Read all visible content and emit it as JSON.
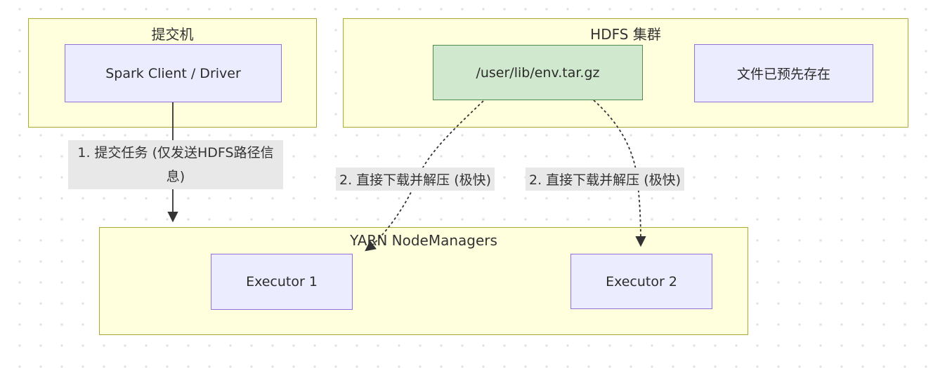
{
  "diagram": {
    "clusters": [
      {
        "id": "submit-machine",
        "title": "提交机"
      },
      {
        "id": "hdfs-cluster",
        "title": "HDFS 集群"
      },
      {
        "id": "yarn-nodemanagers",
        "title": "YARN NodeManagers"
      }
    ],
    "nodes": [
      {
        "id": "spark-client-driver",
        "label": "Spark Client / Driver",
        "style": "purple"
      },
      {
        "id": "env-archive",
        "label": "/user/lib/env.tar.gz",
        "style": "green"
      },
      {
        "id": "file-preexists",
        "label": "文件已预先存在",
        "style": "purple"
      },
      {
        "id": "executor-1",
        "label": "Executor 1",
        "style": "purple"
      },
      {
        "id": "executor-2",
        "label": "Executor 2",
        "style": "purple"
      }
    ],
    "edges": [
      {
        "from": "spark-client-driver",
        "to": "yarn-nodemanagers",
        "type": "solid",
        "label": "1. 提交任务 (仅发送HDFS路径信息)"
      },
      {
        "from": "env-archive",
        "to": "executor-1",
        "type": "dotted",
        "label": "2. 直接下载并解压 (极快)"
      },
      {
        "from": "env-archive",
        "to": "executor-2",
        "type": "dotted",
        "label": "2. 直接下载并解压 (极快)"
      }
    ],
    "colors": {
      "cluster_fill": "#ffffde",
      "cluster_border": "#aaaa33",
      "node_fill": "#ECECFF",
      "node_border": "#9370DB",
      "green_fill": "#d0e8cd",
      "green_border": "#4f8a4f",
      "edge_label_bg": "#e8e8e8",
      "arrow": "#333333",
      "background_dot": "#e2e2e2"
    }
  }
}
